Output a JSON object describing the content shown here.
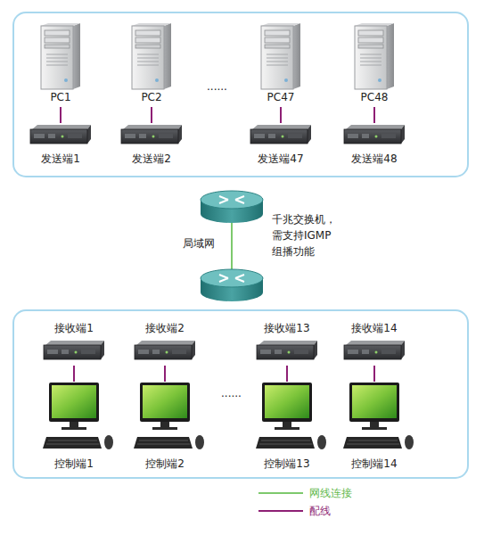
{
  "diagram": {
    "nodes": [
      {
        "text": [
          "PC1"
        ]
      },
      {
        "text": [
          "PC2"
        ]
      },
      {
        "text": [
          "PC47"
        ]
      },
      {
        "text": [
          "PC48"
        ]
      },
      {
        "text": [
          "发送端1"
        ]
      },
      {
        "text": [
          "发送端2"
        ]
      },
      {
        "text": [
          "发送端47"
        ]
      },
      {
        "text": [
          "发送端48"
        ]
      },
      {
        "text": [
          "接收端1"
        ]
      },
      {
        "text": [
          "接收端2"
        ]
      },
      {
        "text": [
          "接收端13"
        ]
      },
      {
        "text": [
          "接收端14"
        ]
      },
      {
        "text": [
          "控制端1"
        ]
      },
      {
        "text": [
          "控制端2"
        ]
      },
      {
        "text": [
          "控制端13"
        ]
      },
      {
        "text": [
          "控制端14"
        ]
      }
    ],
    "edges": [
      {
        "from": 0,
        "to": 4,
        "arrow": "none"
      },
      {
        "from": 1,
        "to": 5,
        "arrow": "none"
      },
      {
        "from": 2,
        "to": 6,
        "arrow": "none"
      },
      {
        "from": 3,
        "to": 7,
        "arrow": "none"
      },
      {
        "from": 8,
        "to": 12,
        "arrow": "none"
      },
      {
        "from": 9,
        "to": 13,
        "arrow": "none"
      },
      {
        "from": 10,
        "to": 14,
        "arrow": "none"
      },
      {
        "from": 11,
        "to": 15,
        "arrow": "none"
      }
    ],
    "labels": [
      "......",
      "局域网",
      "千兆交换机， 需支持IGMP 组播功能",
      "......"
    ],
    "legend": [
      {
        "text": "网线连接"
      },
      {
        "text": "配线"
      }
    ]
  }
}
